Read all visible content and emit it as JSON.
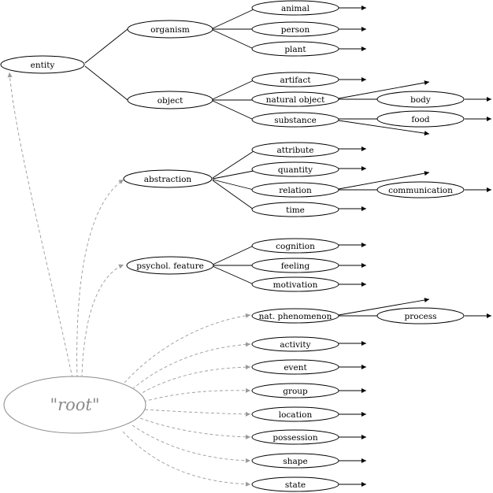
{
  "root": {
    "label": "\"root\""
  },
  "nodes": {
    "entity": "entity",
    "organism": "organism",
    "animal": "animal",
    "person": "person",
    "plant": "plant",
    "object": "object",
    "artifact": "artifact",
    "natural_object": "natural object",
    "body": "body",
    "substance": "substance",
    "food": "food",
    "abstraction": "abstraction",
    "attribute": "attribute",
    "quantity": "quantity",
    "relation": "relation",
    "communication": "communication",
    "time": "time",
    "psychol_feature": "psychol. feature",
    "cognition": "cognition",
    "feeling": "feeling",
    "motivation": "motivation",
    "nat_phenomenon": "nat. phenomenon",
    "process": "process",
    "activity": "activity",
    "event": "event",
    "group": "group",
    "location": "location",
    "possession": "possession",
    "shape": "shape",
    "state": "state"
  },
  "colors": {
    "root_stroke": "#8a8a8a",
    "dashed_edge": "#9a9a9a",
    "edge": "#000000"
  }
}
